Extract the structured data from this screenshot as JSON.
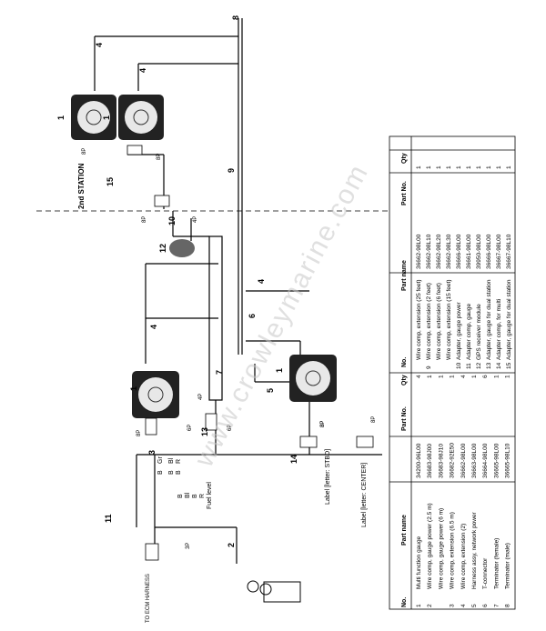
{
  "watermark": "www.crowleymarine.com",
  "diagram": {
    "station_label": "2nd STATION",
    "harness_label": "TO ECM HARNESS",
    "fuel_level_label": "Fuel level",
    "label_stbd": "Label [letter: STBD]",
    "label_center": "Label [letter: CENTER]",
    "wire_colors": [
      "B",
      "Gr",
      "B",
      "Bl",
      "B",
      "R",
      "B",
      "Bl",
      "B",
      "R"
    ],
    "connector_labels": [
      "8P",
      "8P",
      "8P",
      "8P",
      "4P",
      "4P",
      "6P",
      "6P",
      "8P",
      "8P",
      "8P",
      "3P"
    ],
    "callouts": [
      "1",
      "1",
      "1",
      "1",
      "2",
      "3",
      "4",
      "4",
      "4",
      "4",
      "5",
      "6",
      "7",
      "8",
      "9",
      "10",
      "11",
      "12",
      "13",
      "14",
      "15"
    ]
  },
  "table": {
    "headers": [
      "No.",
      "Part name",
      "Part No.",
      "Qty"
    ],
    "left_rows": [
      {
        "no": "1",
        "name": "Multi function gauge",
        "part": "34200-96L00",
        "qty": "4"
      },
      {
        "no": "2",
        "name": "Wire comp, gauge power (2.5 m)",
        "part": "36683-98J00",
        "qty": "1"
      },
      {
        "no": "",
        "name": "Wire comp, gauge power (6 m)",
        "part": "36683-98J10",
        "qty": "1"
      },
      {
        "no": "3",
        "name": "Wire comp, extension (6.5 m)",
        "part": "36682-92E50",
        "qty": "1"
      },
      {
        "no": "4",
        "name": "Wire comp, extension (2)",
        "part": "36662-98L00",
        "qty": "4"
      },
      {
        "no": "5",
        "name": "Harness assy, network power",
        "part": "36663-98L00",
        "qty": "1"
      },
      {
        "no": "6",
        "name": "T-connector",
        "part": "36664-98L00",
        "qty": "6"
      },
      {
        "no": "7",
        "name": "Terminator (female)",
        "part": "36665-98L00",
        "qty": "1"
      },
      {
        "no": "8",
        "name": "Terminator (male)",
        "part": "36665-98L10",
        "qty": "1"
      }
    ],
    "right_rows": [
      {
        "no": "",
        "name": "Wire comp, extension (25 feet)",
        "part": "36662-98L00",
        "qty": "1"
      },
      {
        "no": "9",
        "name": "Wire comp, extension (2 feet)",
        "part": "36662-98L10",
        "qty": "1"
      },
      {
        "no": "",
        "name": "Wire comp, extension (6 feet)",
        "part": "36662-98L20",
        "qty": "1"
      },
      {
        "no": "",
        "name": "Wire comp, extension (15 feet)",
        "part": "36662-98L30",
        "qty": "1"
      },
      {
        "no": "10",
        "name": "Adapter, gauge power",
        "part": "36666-98L00",
        "qty": "1"
      },
      {
        "no": "11",
        "name": "Adapter comp, gauge",
        "part": "36661-98L00",
        "qty": "1"
      },
      {
        "no": "12",
        "name": "GPS receiver module",
        "part": "39950-98L00",
        "qty": "1"
      },
      {
        "no": "13",
        "name": "Adapter, gauge for dual station",
        "part": "36666-98L00",
        "qty": "1"
      },
      {
        "no": "14",
        "name": "Adapter comp, for multi",
        "part": "36667-98L00",
        "qty": "1"
      },
      {
        "no": "15",
        "name": "Adapter, gauge for dual station",
        "part": "36667-98L10",
        "qty": "1"
      }
    ]
  }
}
